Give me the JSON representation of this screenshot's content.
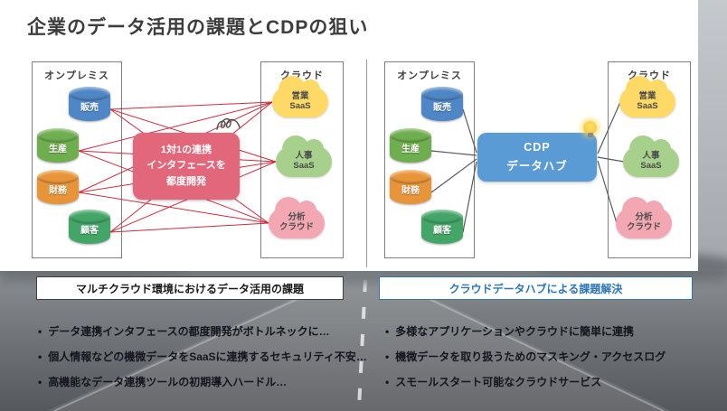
{
  "title": "企業のデータ活用の課題とCDPの狙い",
  "colors": {
    "red_mesh": "#cf2b3d",
    "problem_box": "#e2677a",
    "cdp_box": "#5b9bd5",
    "caption_right_accent": "#2e75b6",
    "gray_lines": "#5a5a5a"
  },
  "left_panel": {
    "onprem_label": "オンプレミス",
    "cloud_label": "クラウド",
    "databases": [
      {
        "label": "販売",
        "color": "#4f86c6"
      },
      {
        "label": "生産",
        "color": "#6fae4e"
      },
      {
        "label": "財務",
        "color": "#e8953a"
      },
      {
        "label": "顧客",
        "color": "#43a567"
      }
    ],
    "clouds": [
      {
        "label": "営業\nSaaS",
        "color": "#ffd966"
      },
      {
        "label": "人事\nSaaS",
        "color": "#a8d08d"
      },
      {
        "label": "分析\nクラウド",
        "color": "#f2a7b3"
      }
    ],
    "problem_box_text": "1対1の連携\nインタフェースを\n都度開発",
    "problem_box_color": "#e2677a",
    "caption": "マルチクラウド環境におけるデータ活用の課題",
    "bullets": [
      "データ連携インタフェースの都度開発がボトルネックに…",
      "個人情報などの機微データをSaaSに連携するセキュリティ不安…",
      "高機能なデータ連携ツールの初期導入ハードル…"
    ]
  },
  "right_panel": {
    "onprem_label": "オンプレミス",
    "cloud_label": "クラウド",
    "databases": [
      {
        "label": "販売",
        "color": "#4f86c6"
      },
      {
        "label": "生産",
        "color": "#6fae4e"
      },
      {
        "label": "財務",
        "color": "#e8953a"
      },
      {
        "label": "顧客",
        "color": "#43a567"
      }
    ],
    "clouds": [
      {
        "label": "営業\nSaaS",
        "color": "#ffd966"
      },
      {
        "label": "人事\nSaaS",
        "color": "#a8d08d"
      },
      {
        "label": "分析\nクラウド",
        "color": "#f2a7b3"
      }
    ],
    "hub_box_text": "CDP\nデータハブ",
    "hub_box_color": "#5b9bd5",
    "caption": "クラウドデータハブによる課題解決",
    "bullets": [
      "多様なアプリケーションやクラウドに簡単に連携",
      "機微データを取り扱うためのマスキング・アクセスログ",
      "スモールスタート可能なクラウドサービス"
    ]
  }
}
